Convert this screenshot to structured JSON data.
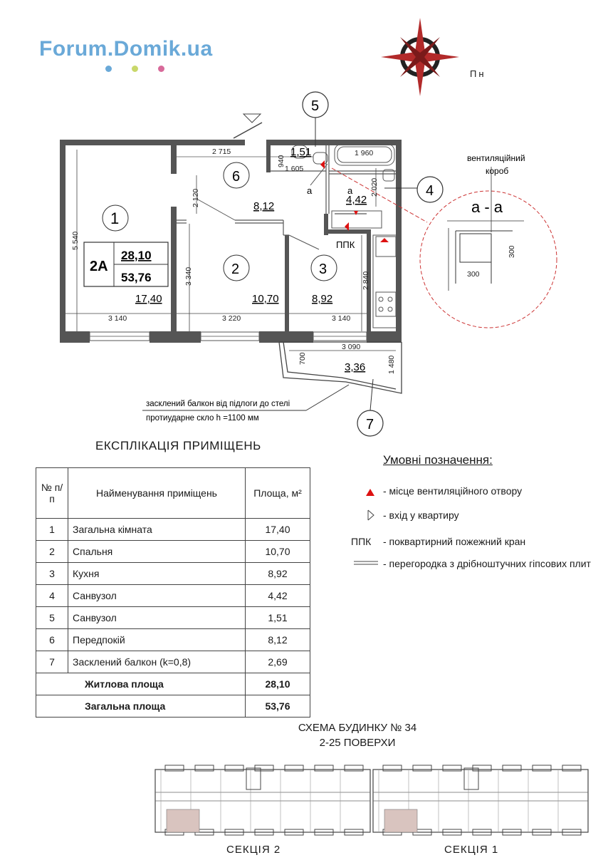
{
  "logo": {
    "text": "Forum.Domik.ua",
    "dots": [
      "#6aa9d8",
      "#c9d86a",
      "#d86a9a"
    ]
  },
  "compass": {
    "north_label": "Пн",
    "color": "#b22a2a"
  },
  "plan": {
    "type_label": "2А",
    "living_area": "28,10",
    "total_area": "53,76",
    "rooms": [
      {
        "num": "1",
        "area": "17,40"
      },
      {
        "num": "2",
        "area": "10,70"
      },
      {
        "num": "3",
        "area": "8,92"
      },
      {
        "num": "4",
        "area": "4,42"
      },
      {
        "num": "5",
        "area": "1,51"
      },
      {
        "num": "6",
        "area": "8,12"
      },
      {
        "num": "7",
        "area": "3,36"
      }
    ],
    "dims": [
      "2 715",
      "940",
      "1 605",
      "1 960",
      "2 020",
      "5 540",
      "2 120",
      "3 340",
      "2 840",
      "3 140",
      "3 220",
      "3 140",
      "3 090",
      "700",
      "1 480",
      "300",
      "300"
    ],
    "ppk_label": "ППК",
    "door_mark": "а",
    "section_label": "а - а",
    "vent_label": "вентиляційний короб",
    "balcony_note_1": "засклений балкон від підлоги до стелі",
    "balcony_note_2": "протиударне скло h =1100 мм"
  },
  "explication": {
    "title": "ЕКСПЛІКАЦІЯ ПРИМІЩЕНЬ",
    "headers": [
      "№ п/п",
      "Найменування приміщень",
      "Площа, м²"
    ],
    "rows": [
      [
        "1",
        "Загальна кімната",
        "17,40"
      ],
      [
        "2",
        "Спальня",
        "10,70"
      ],
      [
        "3",
        "Кухня",
        "8,92"
      ],
      [
        "4",
        "Санвузол",
        "4,42"
      ],
      [
        "5",
        "Санвузол",
        "1,51"
      ],
      [
        "6",
        "Передпокій",
        "8,12"
      ],
      [
        "7",
        "Засклений балкон (k=0,8)",
        "2,69"
      ]
    ],
    "living_label": "Житлова площа",
    "living_value": "28,10",
    "total_label": "Загальна площа",
    "total_value": "53,76"
  },
  "legend": {
    "title": "Умовні позначення:",
    "items": [
      {
        "symbol": "red-triangle",
        "text": "- місце вентиляційного отвору"
      },
      {
        "symbol": "entry-arrow",
        "text": "- вхід у квартиру"
      },
      {
        "symbol": "ППК",
        "text": "- поквартирний пожежний кран"
      },
      {
        "symbol": "partition-line",
        "text": "- перегородка з дрібноштучних гіпсових плит"
      }
    ]
  },
  "scheme": {
    "title_1": "СХЕМА БУДИНКУ № 34",
    "title_2": "2-25 ПОВЕРХИ",
    "section_2": "СЕКЦІЯ  2",
    "section_1": "СЕКЦІЯ  1",
    "highlight_color": "#d9c4bf"
  }
}
